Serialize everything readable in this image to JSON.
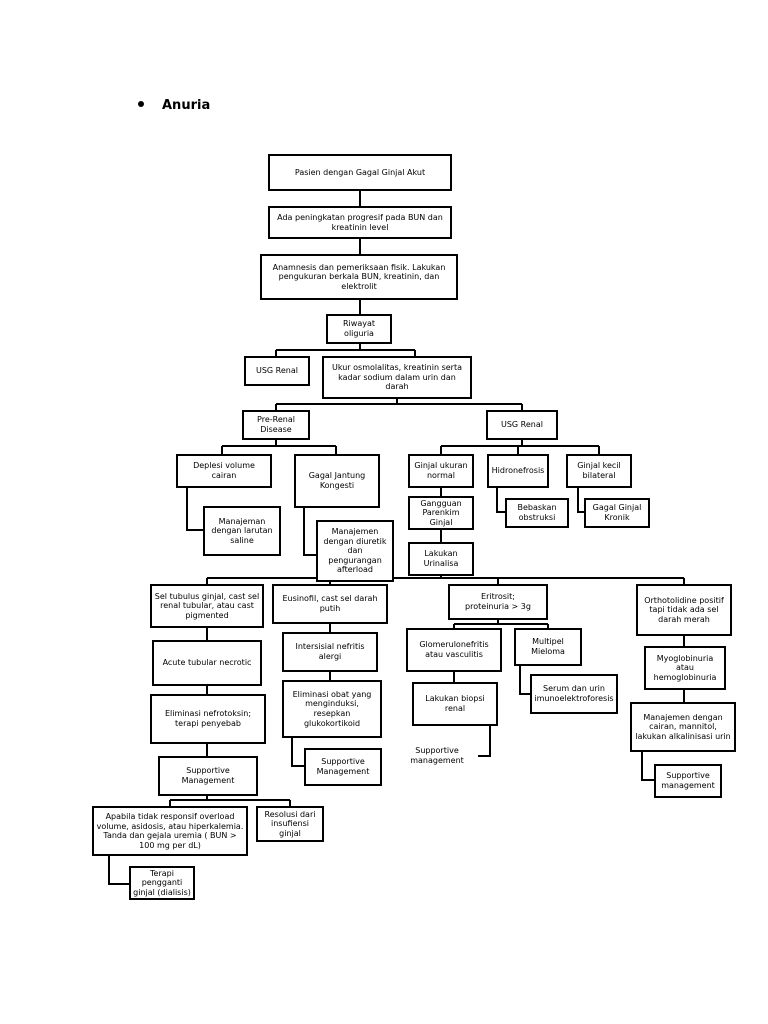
{
  "heading": "Anuria",
  "nodes": {
    "n1": "Pasien dengan Gagal Ginjal Akut",
    "n2": "Ada peningkatan progresif pada BUN dan kreatinin level",
    "n3": "Anamnesis dan pemeriksaan fisik. Lakukan pengukuran berkala BUN, kreatinin, dan elektrolit",
    "n4": "Riwayat\noliguria",
    "n5": "USG Renal",
    "n6": "Ukur osmolalitas, kreatinin serta kadar sodium dalam urin dan darah",
    "n7": "Pre-Renal\nDisease",
    "n8": "USG Renal",
    "n9": "Deplesi volume cairan",
    "n10": "Gagal Jantung\nKongesti",
    "n11": "Manajeman\ndengan larutan\nsaline",
    "n12": "Manajemen\ndengan diuretik\ndan pengurangan\nafterload",
    "n13": "Ginjal ukuran\nnormal",
    "n14": "Hidronefrosis",
    "n15": "Ginjal kecil\nbilateral",
    "n16": "Gangguan\nParenkim\nGinjal",
    "n17": "Bebaskan\nobstruksi",
    "n18": "Gagal Ginjal\nKronik",
    "n19": "Lakukan\nUrinalisa",
    "n20": "Sel tubulus ginjal, cast sel renal tubular, atau cast pigmented",
    "n21": "Eusinofil, cast sel darah putih",
    "n22": "Eritrosit;\nproteinuria > 3g",
    "n23": "Orthotolidine positif tapi tidak ada sel darah merah",
    "n24": "Acute tubular necrotic",
    "n25": "Intersisial nefritis alergi",
    "n26": "Glomerulonefritis atau vasculitis",
    "n27": "Multipel\nMieloma",
    "n28": "Myoglobinuria\natau\nhemoglobinuria",
    "n29": "Eliminasi obat yang menginduksi, resepkan glukokortikoid",
    "n30": "Lakukan biopsi\nrenal",
    "n31": "Serum dan urin imunoelektroforesis",
    "n32": "Eliminasi nefrotoksin; terapi penyebab",
    "n33": "Manajemen dengan cairan, mannitol, lakukan alkalinisasi urin",
    "n34": "Supportive\nManagement",
    "n35": "Supportive management",
    "n36": "Supportive\nManagement",
    "n37": "Supportive\nmanagement",
    "n38": "Apabila tidak responsif overload volume, asidosis, atau hiperkalemia. Tanda dan gejala uremia ( BUN > 100 mg per dL)",
    "n39": "Resolusi dari insufiensi ginjal",
    "n40": "Terapi\npengganti\nginjal (dialisis)"
  }
}
